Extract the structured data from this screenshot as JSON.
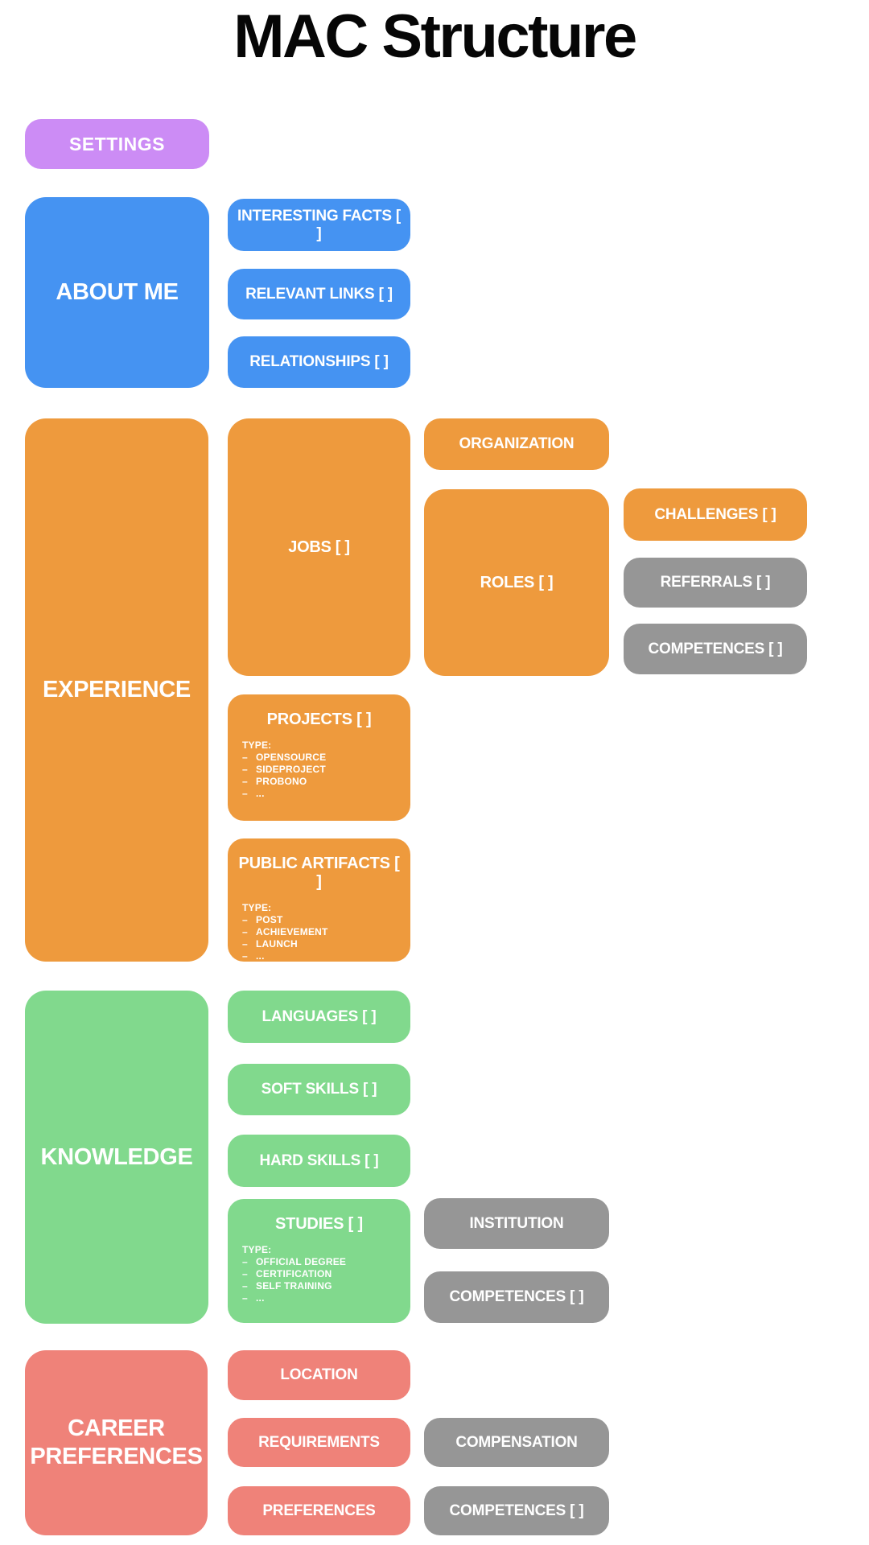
{
  "title": "MAC Structure",
  "colors": {
    "purple": "#CC8CF5",
    "blue": "#4593F2",
    "orange": "#EE9A3D",
    "green": "#81D98D",
    "red": "#EF8279",
    "gray": "#969696",
    "text_on_block": "#FFFFFF",
    "title_text": "#060606",
    "background": "#FFFFFF"
  },
  "settings": {
    "label": "SETTINGS"
  },
  "about_me": {
    "label": "ABOUT ME",
    "interesting_facts": {
      "label": "INTERESTING FACTS [ ]"
    },
    "relevant_links": {
      "label": "RELEVANT LINKS [ ]"
    },
    "relationships": {
      "label": "RELATIONSHIPS [ ]"
    }
  },
  "experience": {
    "label": "EXPERIENCE",
    "jobs": {
      "label": "JOBS [ ]"
    },
    "organization": {
      "label": "ORGANIZATION"
    },
    "roles": {
      "label": "ROLES [ ]"
    },
    "challenges": {
      "label": "CHALLENGES [ ]"
    },
    "referrals": {
      "label": "REFERRALS [ ]"
    },
    "competences": {
      "label": "COMPETENCES [ ]"
    },
    "projects": {
      "label": "PROJECTS [ ]",
      "type_heading": "TYPE:",
      "bullet": "–",
      "types": [
        "OPENSOURCE",
        "SIDEPROJECT",
        "PROBONO",
        "..."
      ]
    },
    "public_artifacts": {
      "label": "PUBLIC ARTIFACTS [ ]",
      "type_heading": "TYPE:",
      "bullet": "–",
      "types": [
        "POST",
        "ACHIEVEMENT",
        "LAUNCH",
        "..."
      ]
    }
  },
  "knowledge": {
    "label": "KNOWLEDGE",
    "languages": {
      "label": "LANGUAGES [ ]"
    },
    "soft_skills": {
      "label": "SOFT SKILLS [ ]"
    },
    "hard_skills": {
      "label": "HARD SKILLS [ ]"
    },
    "studies": {
      "label": "STUDIES [ ]",
      "type_heading": "TYPE:",
      "bullet": "–",
      "types": [
        "OFFICIAL DEGREE",
        "CERTIFICATION",
        "SELF TRAINING",
        "..."
      ]
    },
    "institution": {
      "label": "INSTITUTION"
    },
    "competences": {
      "label": "COMPETENCES [ ]"
    }
  },
  "career_preferences": {
    "label": "CAREER PREFERENCES",
    "location": {
      "label": "LOCATION"
    },
    "requirements": {
      "label": "REQUIREMENTS"
    },
    "preferences": {
      "label": "PREFERENCES"
    },
    "compensation": {
      "label": "COMPENSATION"
    },
    "competences": {
      "label": "COMPETENCES [ ]"
    }
  }
}
